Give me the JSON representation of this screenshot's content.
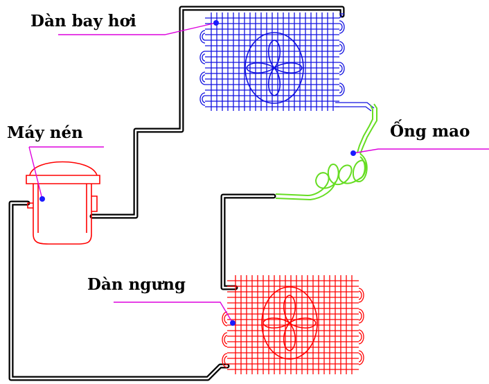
{
  "labels": {
    "evaporator": "Dàn bay hơi",
    "compressor": "Máy nén",
    "capillary": "Ống mao",
    "condenser": "Dàn ngưng"
  },
  "colors": {
    "pipe": "#000000",
    "evaporator": "#1010e0",
    "condenser": "#ff0000",
    "compressor": "#ff0000",
    "capillary": "#66dd22",
    "leader": "#dd00dd",
    "point": "#1a1aff"
  }
}
